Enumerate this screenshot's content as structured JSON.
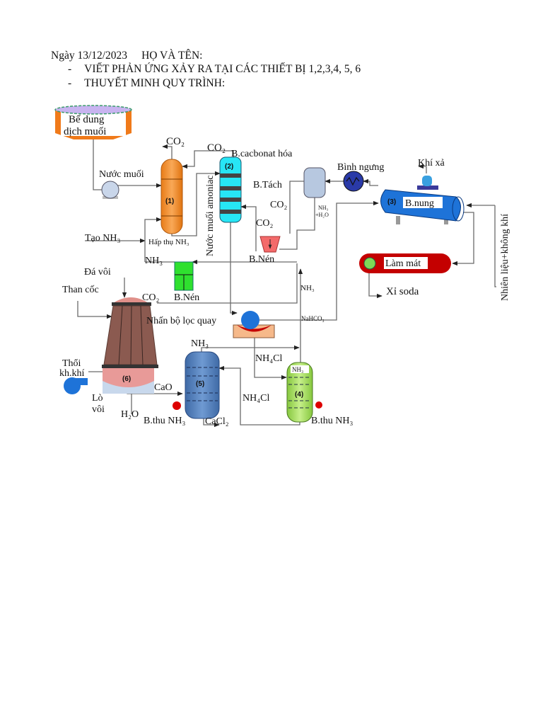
{
  "header": {
    "date_line": "Ngày 13/12/2023",
    "name_label": "HỌ VÀ TÊN:",
    "tasks": [
      {
        "bullet": "-",
        "text": "VIẾT PHẢN ỨNG XẢY RA TẠI CÁC THIẾT BỊ 1,2,3,4, 5, 6"
      },
      {
        "bullet": "-",
        "text": "THUYẾT MINH QUY TRÌNH:"
      }
    ]
  },
  "diagram": {
    "tank_line1": "Bể dung",
    "tank_line2": "dịch muối",
    "co2_top": "CO₂",
    "co2_carb": "CO₂",
    "carbonation": "B.cacbonat hóa",
    "brine": "Nước muối",
    "unit1": "(1)",
    "unit2": "(2)",
    "unit3": "(3)",
    "unit4": "(4)",
    "unit5": "(5)",
    "unit6": "(6)",
    "make_nh3": "Tạo NH₃",
    "absorb_nh3": "Hấp thụ NH₃",
    "ammoniated_brine": "Nước muối amoniac",
    "separator": "B.Tách",
    "co2_sep": "CO₂",
    "co2_comp": "CO₂",
    "compressor1": "B.Nén",
    "condenser": "Bình ngưng",
    "exhaust": "Khí xả",
    "calciner": "B.nung",
    "nh3_h2o_1": "NH₃",
    "nh3_h2o_2": "+H₂O",
    "cooler": "Làm mát",
    "soda_ash": "Xỉ soda",
    "fuel_air": "Nhiên liệu+không khí",
    "nh3_left": "NH₃",
    "compressor2": "B.Nén",
    "co2_kiln": "CO₂",
    "limestone": "Đá vôi",
    "coke": "Than cốc",
    "nh3_mid": "NH₃",
    "filter": "Nhấn bộ lọc quay",
    "nahco3": "NaHCO₃",
    "nh3_5": "NH₃",
    "nh4cl_top": "NH₄Cl",
    "blower_1": "Thổi",
    "blower_2": "kh.khí",
    "kiln_1": "Lò",
    "kiln_2": "vôi",
    "cao": "CaO",
    "h2o": "H₂O",
    "recover_nh3_5": "B.thu NH₃",
    "cacl2": "CaCl₂",
    "nh4cl_mid": "NH₄Cl",
    "nh3_4": "NH₃",
    "recover_nh3_4": "B.thu NH₃"
  },
  "colors": {
    "orange": "#f5902a",
    "cyan": "#27e6f5",
    "blue": "#1e73d8",
    "red": "#c40000",
    "green": "#3de03d",
    "lightgreen": "#a6e05a",
    "steel": "#5a86c0"
  }
}
